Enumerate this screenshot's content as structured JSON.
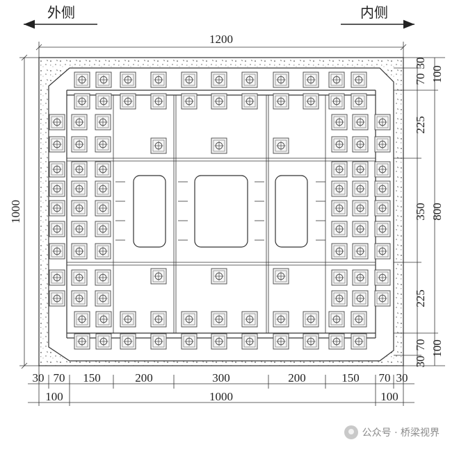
{
  "labels": {
    "outside": "外侧",
    "inside": "内侧"
  },
  "dimensions": {
    "total_width": "1200",
    "total_height": "1000",
    "top_segments": [
      "30",
      "70",
      "100"
    ],
    "top_right_group": "100",
    "middle_right_1": "225",
    "middle_right_2": "350",
    "middle_right_3": "225",
    "middle_total": "800",
    "bottom_right_segments": [
      "70",
      "30"
    ],
    "bottom_right_group": "100",
    "bottom_row1": [
      "30",
      "70",
      "150",
      "200",
      "300",
      "200",
      "150",
      "70",
      "30"
    ],
    "bottom_row2": [
      "100",
      "1000",
      "100"
    ]
  },
  "watermark": {
    "text": "公众号 · 桥梁视界"
  }
}
